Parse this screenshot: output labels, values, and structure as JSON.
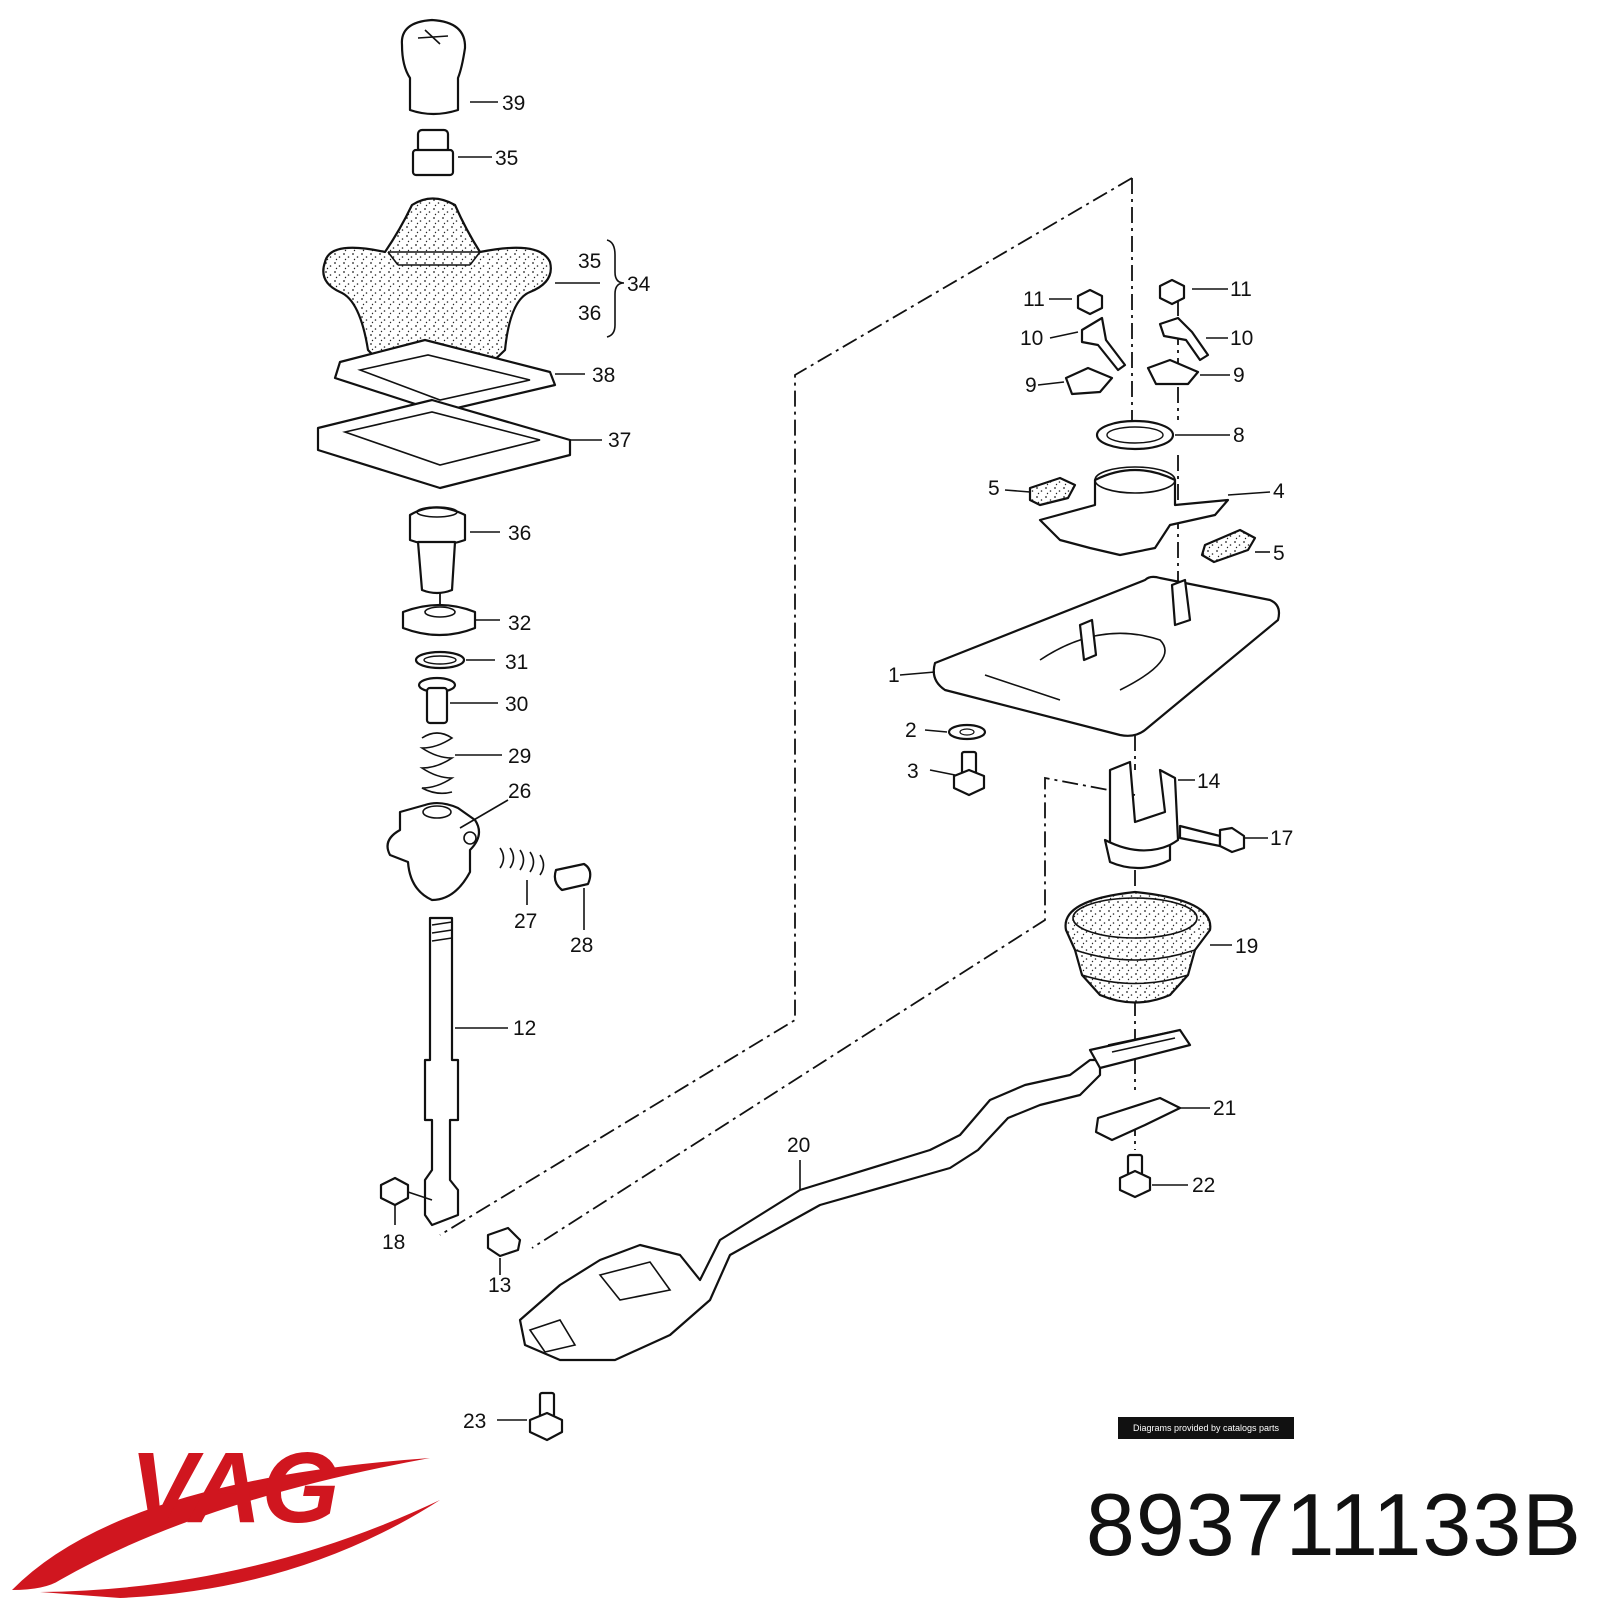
{
  "diagram": {
    "callouts": [
      "1",
      "2",
      "3",
      "4",
      "5",
      "5",
      "8",
      "9",
      "9",
      "10",
      "10",
      "11",
      "11",
      "12",
      "13",
      "14",
      "17",
      "18",
      "19",
      "20",
      "21",
      "22",
      "23",
      "26",
      "27",
      "28",
      "29",
      "30",
      "31",
      "32",
      "34",
      "35",
      "35",
      "36",
      "36",
      "37",
      "38",
      "39"
    ],
    "group_bracket": {
      "label": "34",
      "members": [
        "35",
        "36"
      ]
    }
  },
  "credit": "Diagrams provided by catalogs parts",
  "brand": {
    "name": "VAG",
    "color": "#d0161f"
  },
  "part_number": "893711133B"
}
